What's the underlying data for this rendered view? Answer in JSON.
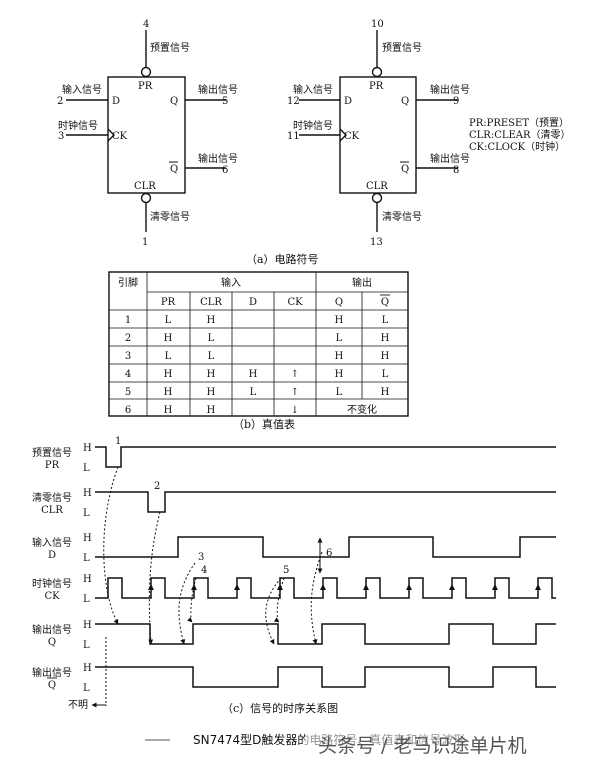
{
  "symbols": {
    "left": {
      "pin_pr": "4",
      "pin_d": "2",
      "pin_ck": "3",
      "pin_q": "5",
      "pin_qb": "6",
      "pin_clr": "1"
    },
    "right": {
      "pin_pr": "10",
      "pin_d": "12",
      "pin_ck": "11",
      "pin_q": "9",
      "pin_qb": "8",
      "pin_clr": "13"
    },
    "box": {
      "pr": "PR",
      "d": "D",
      "ck": "CK",
      "q": "Q",
      "qb": "Q",
      "clr": "CLR"
    },
    "labels": {
      "preset": "预置信号",
      "input": "输入信号",
      "clock": "时钟信号",
      "output": "输出信号",
      "clear": "清零信号"
    },
    "legend": [
      "PR:PRESET（预置）",
      "CLR:CLEAR（清零）",
      "CK:CLOCK（时钟）"
    ],
    "caption": "（a）电路符号"
  },
  "truth_table": {
    "header_pin": "引脚",
    "header_in": "输入",
    "header_out": "输出",
    "sub": [
      "PR",
      "CLR",
      "D",
      "CK",
      "Q",
      "Q"
    ],
    "rows": [
      {
        "pin": "1",
        "pr": "L",
        "clr": "H",
        "d": "",
        "ck": "",
        "q": "H",
        "qb": "L"
      },
      {
        "pin": "2",
        "pr": "H",
        "clr": "L",
        "d": "",
        "ck": "",
        "q": "L",
        "qb": "H"
      },
      {
        "pin": "3",
        "pr": "L",
        "clr": "L",
        "d": "",
        "ck": "",
        "q": "H",
        "qb": "H"
      },
      {
        "pin": "4",
        "pr": "H",
        "clr": "H",
        "d": "H",
        "ck": "↑",
        "q": "H",
        "qb": "L"
      },
      {
        "pin": "5",
        "pr": "H",
        "clr": "H",
        "d": "L",
        "ck": "↑",
        "q": "L",
        "qb": "H"
      },
      {
        "pin": "6",
        "pr": "H",
        "clr": "H",
        "d": "",
        "ck": "↓",
        "q": "",
        "qb": "",
        "merged": "不变化"
      }
    ],
    "caption": "（b）真值表"
  },
  "timing": {
    "signals": [
      {
        "name1": "预置信号",
        "name2": "PR"
      },
      {
        "name1": "清零信号",
        "name2": "CLR"
      },
      {
        "name1": "输入信号",
        "name2": "D"
      },
      {
        "name1": "时钟信号",
        "name2": "CK"
      },
      {
        "name1": "输出信号",
        "name2": "Q"
      },
      {
        "name1": "输出信号",
        "name2": "Q"
      }
    ],
    "hi": "H",
    "lo": "L",
    "markers": [
      "1",
      "2",
      "3",
      "4",
      "5",
      "6"
    ],
    "unknown": "不明",
    "caption": "（c）信号的时序关系图"
  },
  "footer": {
    "title": "SN7474型D触发器的电路符号、真值表和信号波形",
    "watermark": "头条号 / 老马识途单片机"
  }
}
